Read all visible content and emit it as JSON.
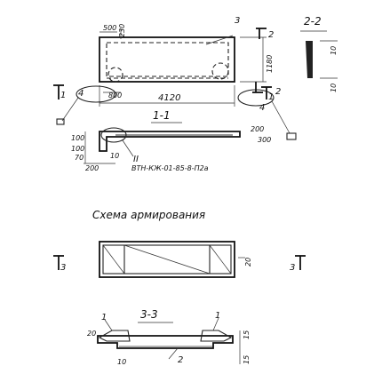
{
  "plan": {
    "dim_500": "500",
    "dim_230": "230",
    "dim_800": "800",
    "dim_4120": "4120",
    "dim_1180": "1180",
    "dim_200": "200",
    "dim_300": "300",
    "mark_3": "3",
    "mark_4_left": "4",
    "mark_4_right": "4",
    "mark_2_top": "2",
    "mark_2_bottom": "2",
    "mark_1_left": "1",
    "mark_1_right": "1"
  },
  "section_2_2": {
    "title": "2-2",
    "dim_10_top": "10",
    "dim_10_bottom": "10"
  },
  "section_1_1": {
    "title": "1-1",
    "dim_100_a": "100",
    "dim_100_b": "100",
    "dim_70": "70",
    "dim_10": "10",
    "dim_200": "200",
    "mark_II": "II",
    "reference": "ВТН-КЖ-01-85-8-П2а"
  },
  "reinforcement": {
    "title": "Схема армирования",
    "mark_3_left": "3",
    "mark_3_right": "3",
    "dim_20": "20"
  },
  "section_3_3": {
    "title": "3-3",
    "mark_1_left": "1",
    "mark_1_right": "1",
    "mark_2": "2",
    "dim_20": "20",
    "dim_10": "10",
    "dim_15": "15",
    "dim_15b": "15"
  }
}
